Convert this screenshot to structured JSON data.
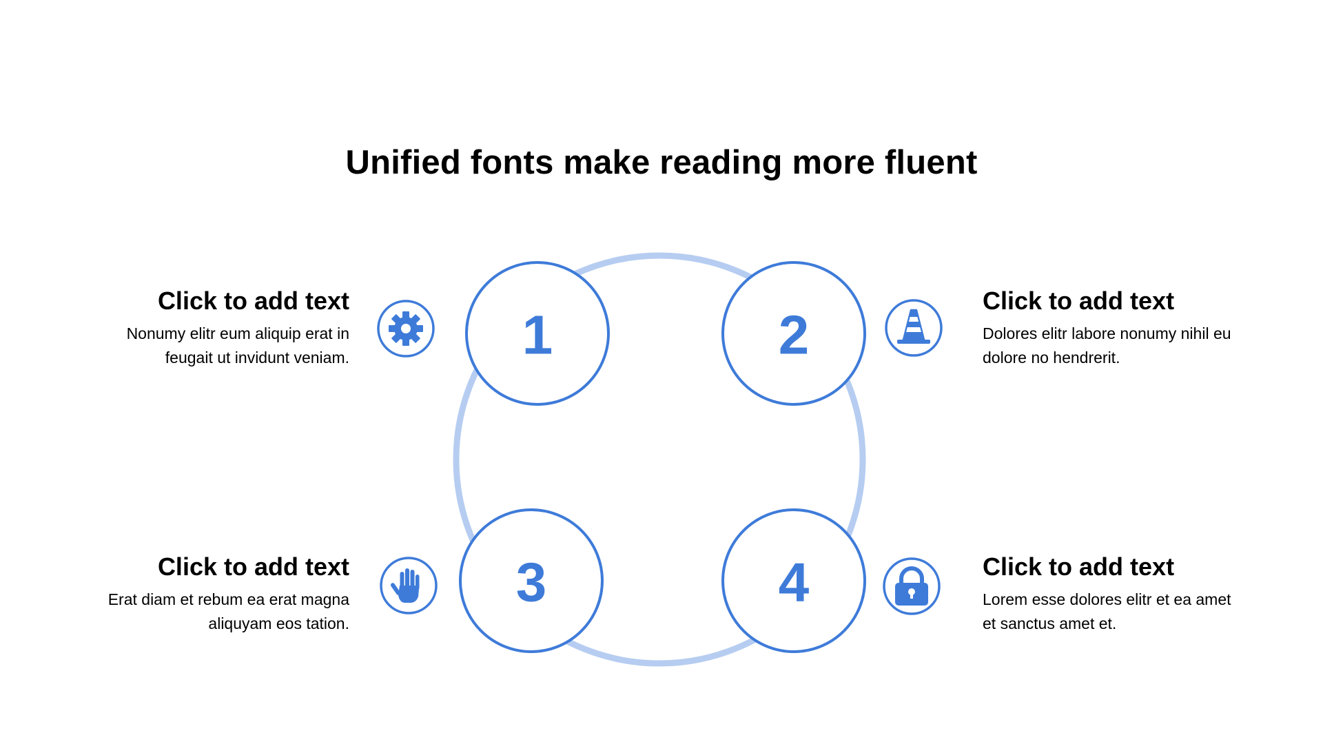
{
  "title": "Unified fonts make reading more fluent",
  "colors": {
    "accent": "#3E7BD9",
    "ring": "#B6CDF1",
    "text": "#000000",
    "background": "#FFFFFF"
  },
  "steps": [
    {
      "number": "1",
      "icon": "gear-icon",
      "heading": "Click to add text",
      "description_lines": [
        "Nonumy elitr eum aliquip erat in",
        "feugait ut invidunt veniam."
      ]
    },
    {
      "number": "2",
      "icon": "traffic-cone-icon",
      "heading": "Click to add text",
      "description_lines": [
        "Dolores elitr labore nonumy nihil eu",
        "dolore no hendrerit."
      ]
    },
    {
      "number": "3",
      "icon": "hand-icon",
      "heading": "Click to add text",
      "description_lines": [
        "Erat diam et rebum ea erat magna",
        "aliquyam eos tation."
      ]
    },
    {
      "number": "4",
      "icon": "padlock-icon",
      "heading": "Click to add text",
      "description_lines": [
        "Lorem esse dolores elitr et ea amet",
        "et sanctus amet et."
      ]
    }
  ]
}
